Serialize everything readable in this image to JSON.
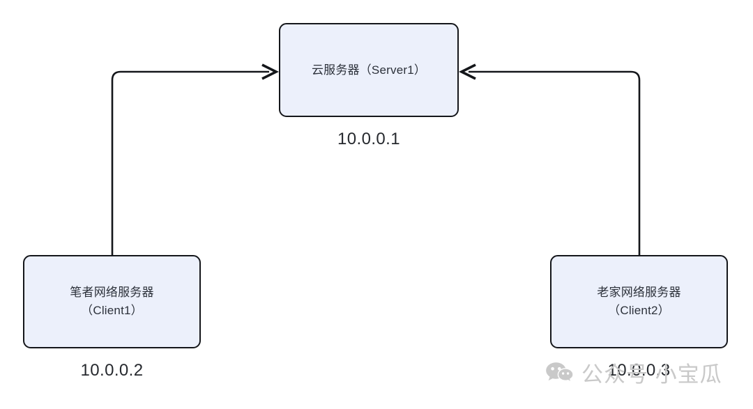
{
  "diagram": {
    "type": "network-topology",
    "background_color": "#ffffff",
    "node_fill_color": "#ecf0fb",
    "node_border_color": "#14161a",
    "edge_color": "#14161a",
    "nodes": [
      {
        "id": "server",
        "label": "云服务器（Server1）",
        "ip": "10.0.0.1",
        "role": "cloud-server"
      },
      {
        "id": "client1",
        "label": "笔者网络服务器\n（Client1）",
        "ip": "10.0.0.2",
        "role": "client"
      },
      {
        "id": "client2",
        "label": "老家网络服务器\n（Client2）",
        "ip": "10.0.0.3",
        "role": "client"
      }
    ],
    "edges": [
      {
        "id": "client1-to-server",
        "from": "client1",
        "to": "server",
        "arrow": "end",
        "direction": "up-then-right"
      },
      {
        "id": "client2-to-server",
        "from": "client2",
        "to": "server",
        "arrow": "end",
        "direction": "up-then-left"
      }
    ]
  },
  "watermark": {
    "icon": "wechat-icon",
    "text": "公众号 小宝瓜",
    "color": "#c9c9c9"
  }
}
